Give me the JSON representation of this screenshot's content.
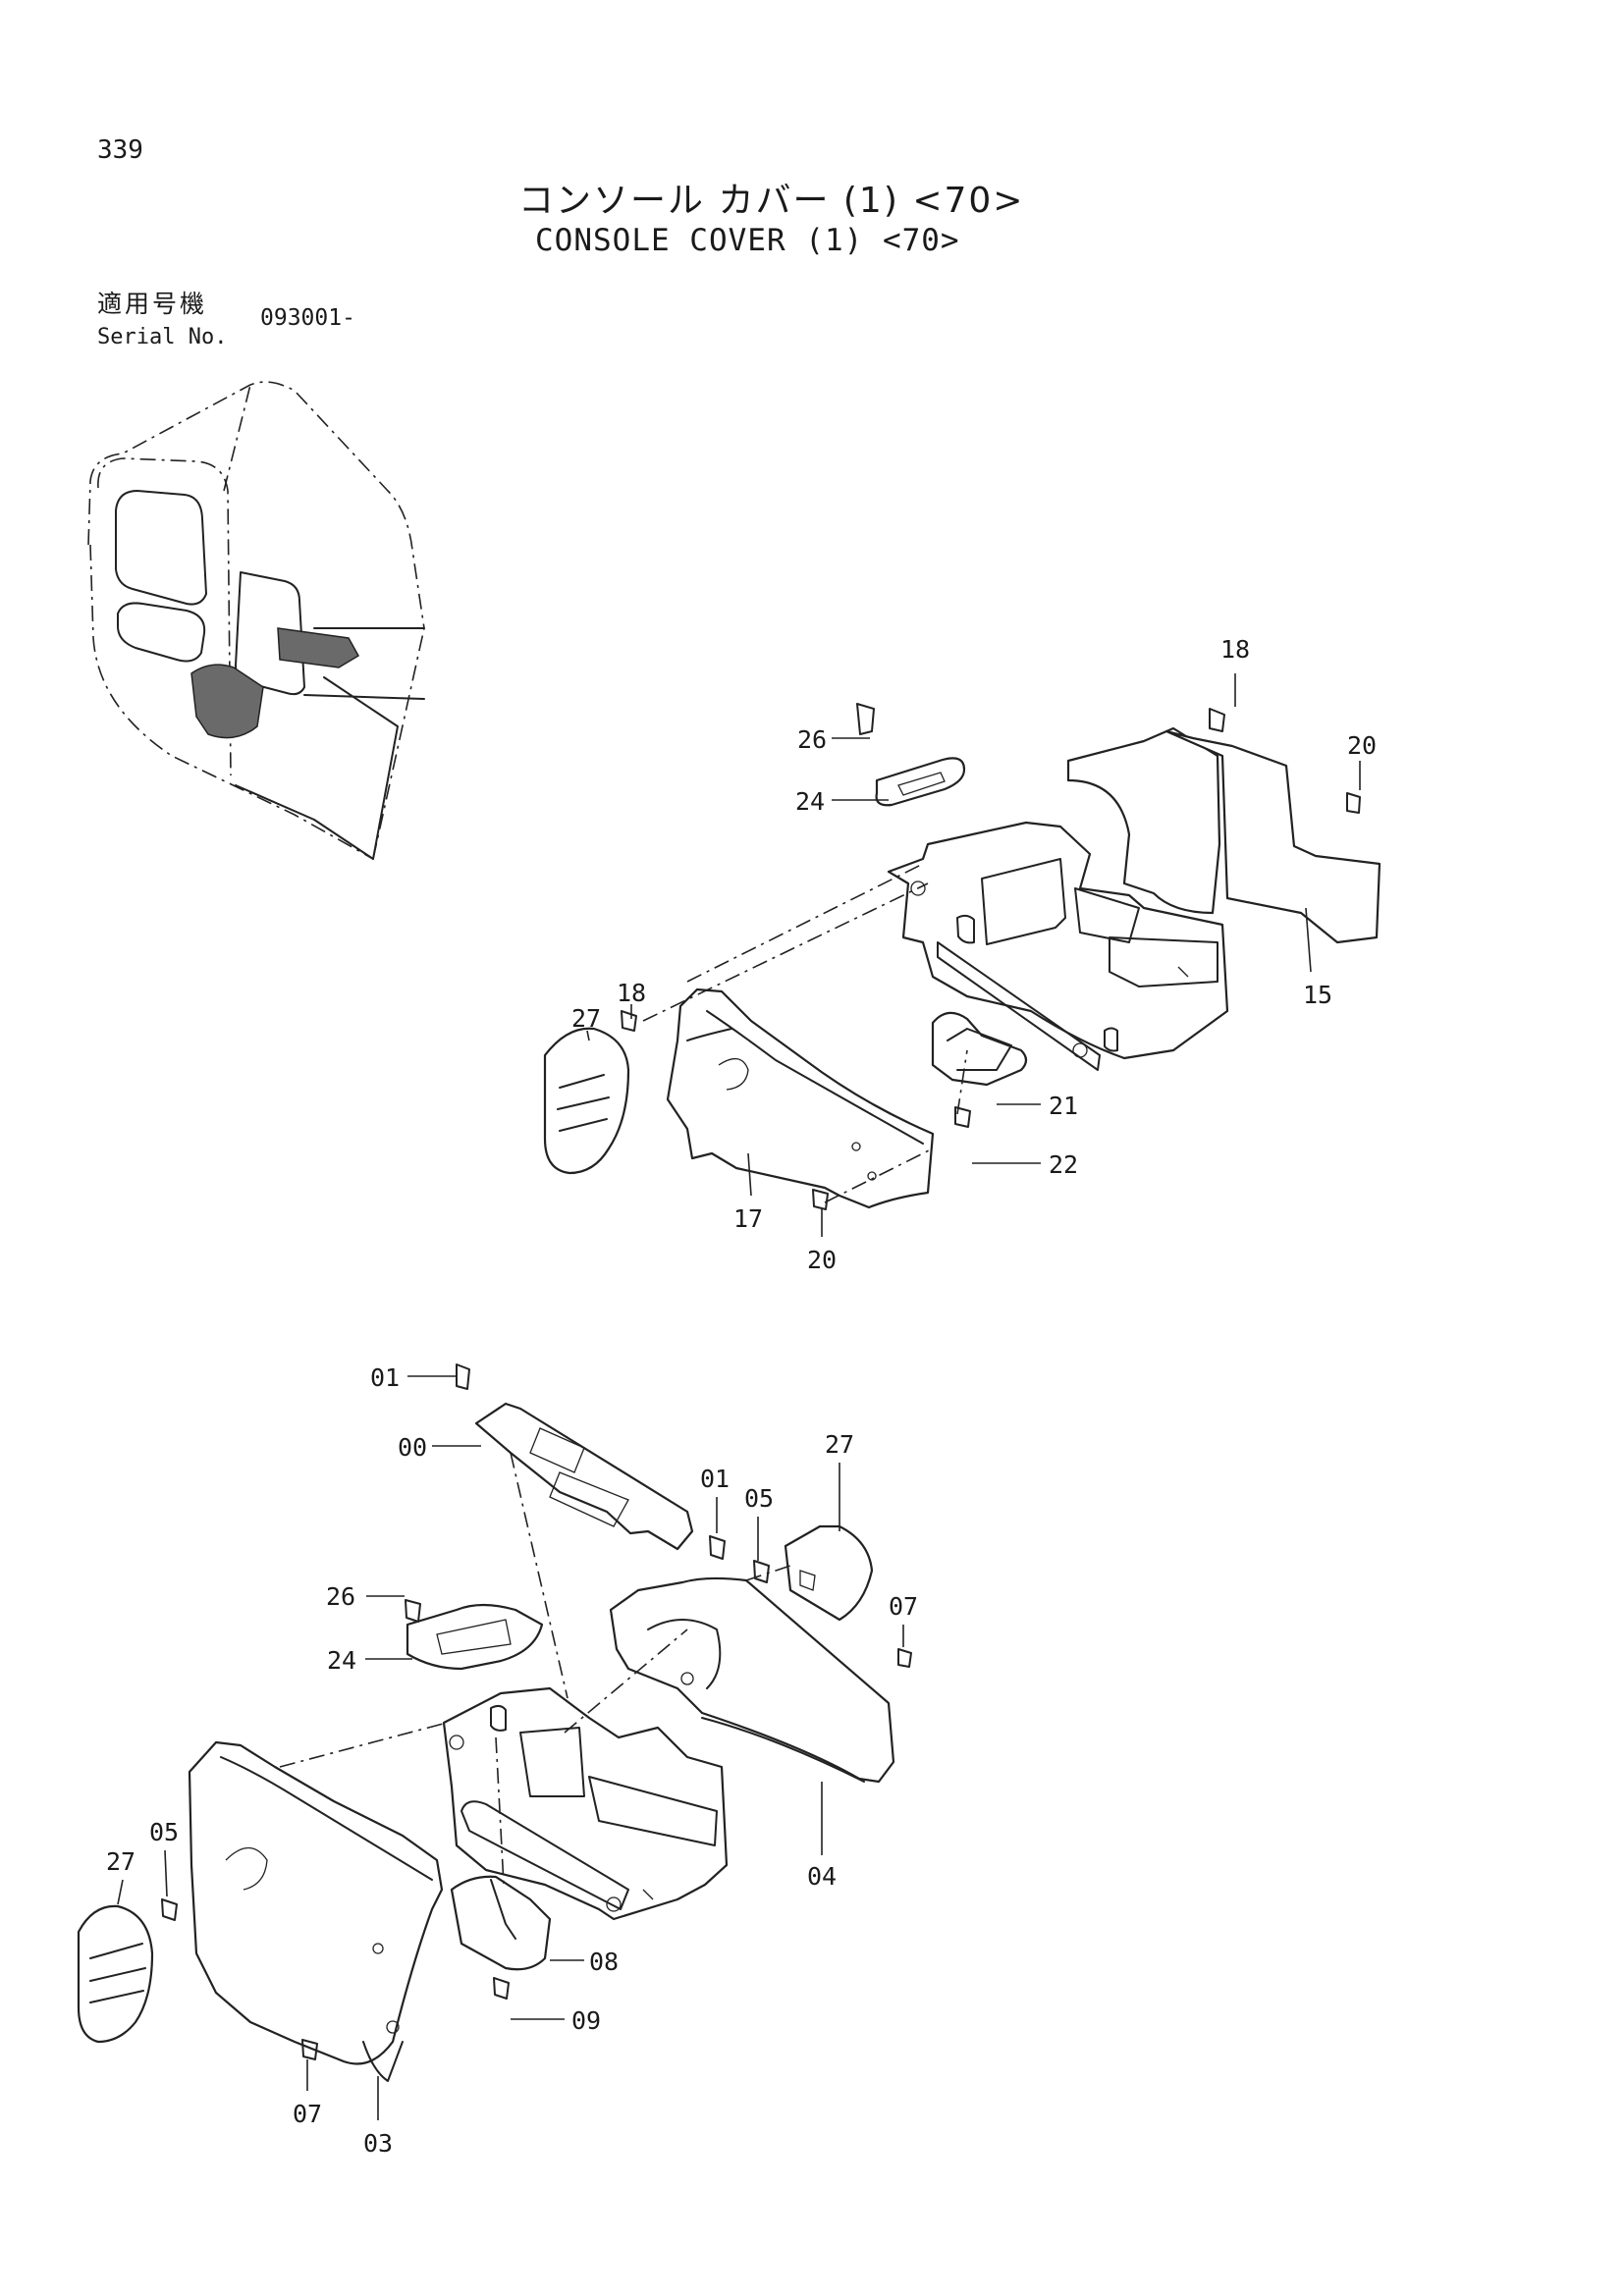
{
  "header": {
    "page_number": "339",
    "title_ja": "コンソール カバー (1) <70>",
    "title_en": "CONSOLE COVER (1) <70>",
    "serial_label_ja": "適用号機",
    "serial_label_en": "Serial No.",
    "serial_range": "093001-"
  },
  "callouts": {
    "upper": [
      "26",
      "24",
      "18",
      "20",
      "15",
      "18",
      "27",
      "21",
      "22",
      "17",
      "20"
    ],
    "lower": [
      "01",
      "00",
      "01",
      "05",
      "27",
      "07",
      "26",
      "24",
      "04",
      "05",
      "27",
      "08",
      "09",
      "07",
      "03"
    ]
  }
}
